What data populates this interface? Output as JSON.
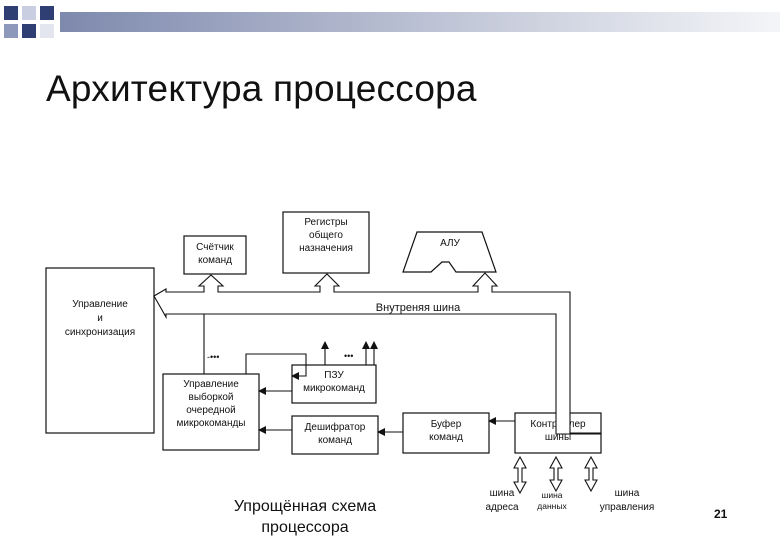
{
  "slide": {
    "title": "Архитектура процессора",
    "caption_line1": "Упрощённая схема",
    "caption_line2": "процессора",
    "page_number": "21"
  },
  "diagram": {
    "control_sync": [
      "Управление",
      "и",
      "синхронизация"
    ],
    "counter": [
      "Счётчик",
      "команд"
    ],
    "registers": [
      "Регистры",
      "общего",
      "назначения"
    ],
    "alu": "АЛУ",
    "internal_bus": "Внутреняя шина",
    "fetch_control": [
      "Управление",
      "выборкой",
      "очередной",
      "микрокоманды"
    ],
    "rom": [
      "ПЗУ",
      "микрокоманд"
    ],
    "decoder": [
      "Дешифратор",
      "команд"
    ],
    "buffer": [
      "Буфер",
      "команд"
    ],
    "bus_controller": [
      "Контроллер",
      "шины"
    ],
    "address_bus": [
      "шина",
      "адреса"
    ],
    "data_bus": [
      "шина",
      "данных"
    ],
    "control_bus": [
      "шина",
      "управления"
    ]
  },
  "colors": {
    "topbar_dark": "#2f3f73",
    "topbar_mid": "#8d98bb",
    "topbar_light": "#e3e6ee"
  }
}
